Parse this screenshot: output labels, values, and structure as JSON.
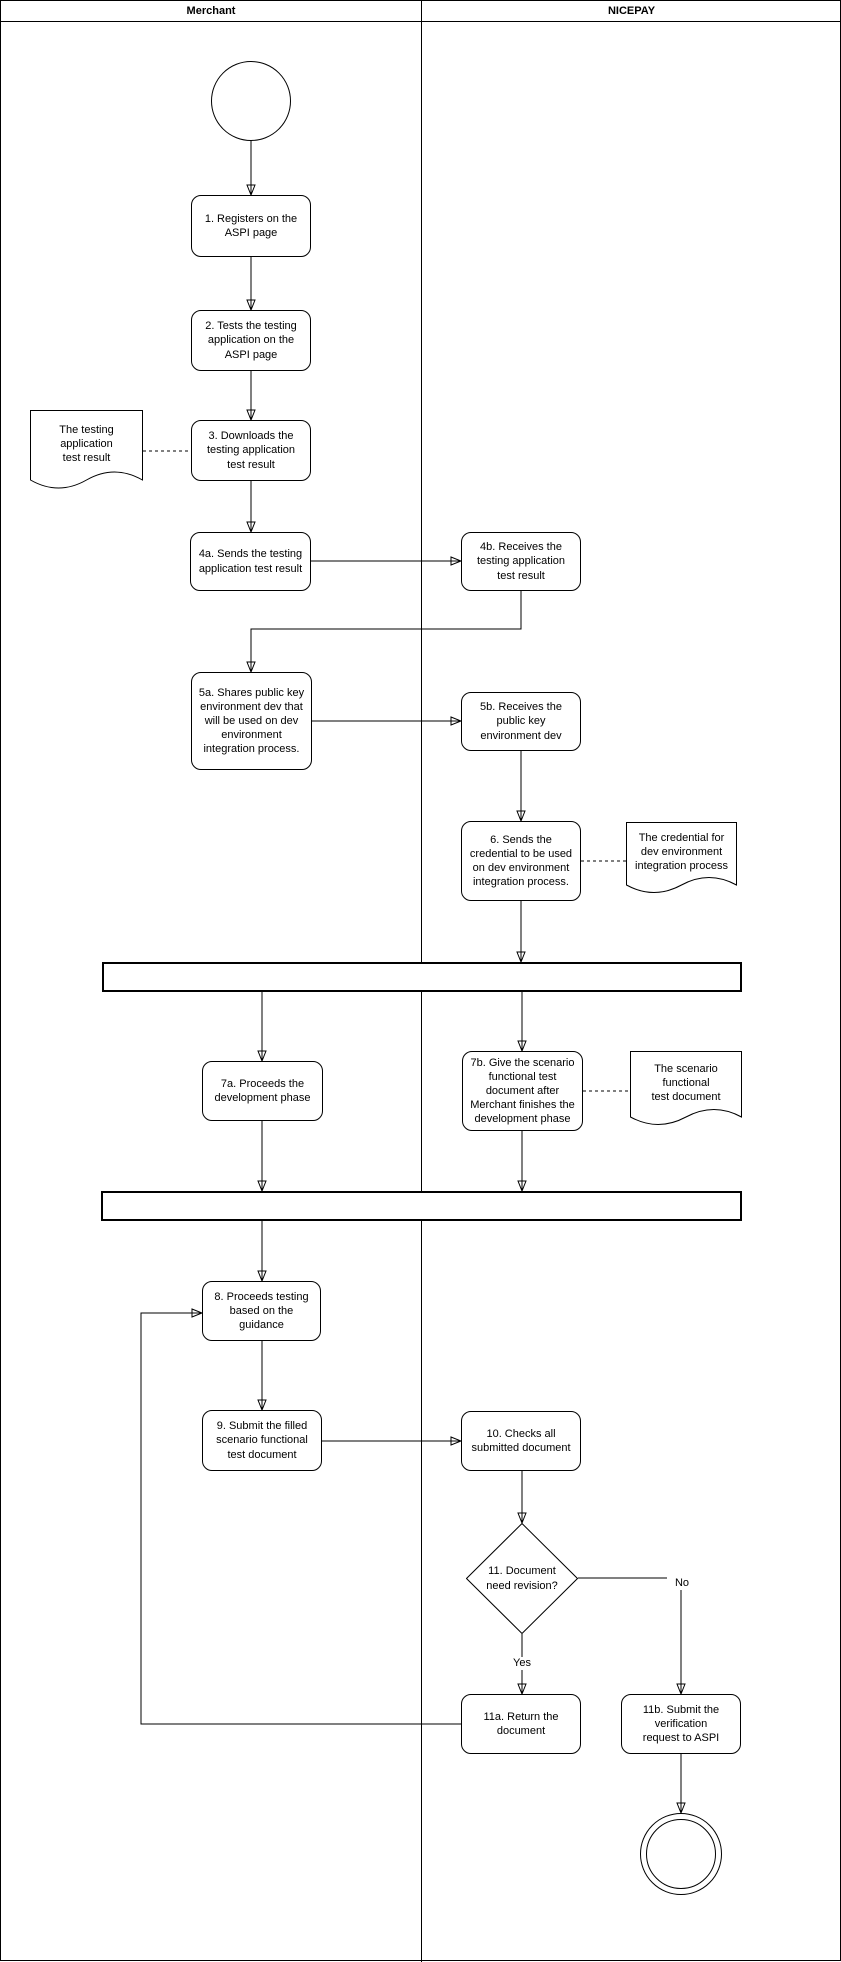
{
  "lanes": {
    "merchant": "Merchant",
    "nicepay": "NICEPAY"
  },
  "nodes": {
    "step1": "1. Registers on the\nASPI page",
    "step2": "2. Tests the testing\napplication on the\nASPI page",
    "step3": "3. Downloads the\ntesting application\ntest result",
    "step4a": "4a. Sends the testing\napplication test result",
    "step4b": "4b. Receives the\ntesting application\ntest result",
    "step5a": "5a. Shares public key\nenvironment dev that\nwill be used on dev\nenvironment\nintegration process.",
    "step5b": "5b. Receives the\npublic key\nenvironment dev",
    "step6": "6. Sends the\ncredential to be used\non dev environment\nintegration process.",
    "step7a": "7a. Proceeds the\ndevelopment phase",
    "step7b": "7b. Give the scenario\nfunctional test\ndocument after\nMerchant finishes the\ndevelopment phase",
    "step8": "8. Proceeds testing\nbased on the\nguidance",
    "step9": "9. Submit the filled\nscenario functional\ntest document",
    "step10": "10. Checks all\nsubmitted document",
    "step11": "11. Document\nneed revision?",
    "step11a": "11a. Return the\ndocument",
    "step11b": "11b. Submit the\nverification\nrequest to ASPI"
  },
  "documents": {
    "doc_test_result": "The testing\napplication\ntest result",
    "doc_credential": "The credential for\ndev environment\nintegration process",
    "doc_scenario": "The scenario\nfunctional\ntest document"
  },
  "edge_labels": {
    "yes": "Yes",
    "no": "No"
  },
  "colors": {
    "stroke": "#000000",
    "fill": "#ffffff",
    "text": "#000000"
  }
}
